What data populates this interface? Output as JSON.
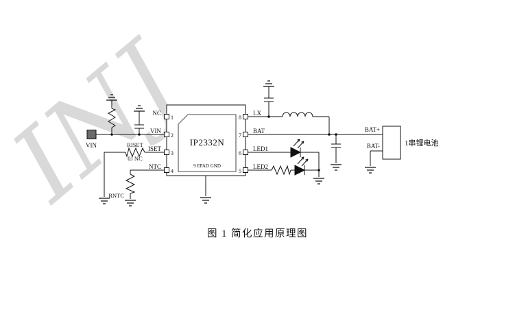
{
  "figure": {
    "caption": "图 1 简化应用原理图",
    "watermark": "INJ"
  },
  "chip": {
    "part_number": "IP2332N",
    "epad_label": "9 EPAD GND",
    "pins_left": [
      {
        "number": "1",
        "name": "NC"
      },
      {
        "number": "2",
        "name": "VIN"
      },
      {
        "number": "3",
        "name": "ISET"
      },
      {
        "number": "4",
        "name": "NTC"
      }
    ],
    "pins_right": [
      {
        "number": "8",
        "name": "LX"
      },
      {
        "number": "7",
        "name": "BAT"
      },
      {
        "number": "6",
        "name": "LED1"
      },
      {
        "number": "5",
        "name": "LED2"
      }
    ]
  },
  "labels": {
    "vin_input": "VIN",
    "riset": "RISET",
    "riset_note": "0J NC",
    "rntc": "RNTC",
    "bat_plus": "BAT+",
    "bat_minus": "BAT-",
    "battery": "1串锂电池"
  }
}
